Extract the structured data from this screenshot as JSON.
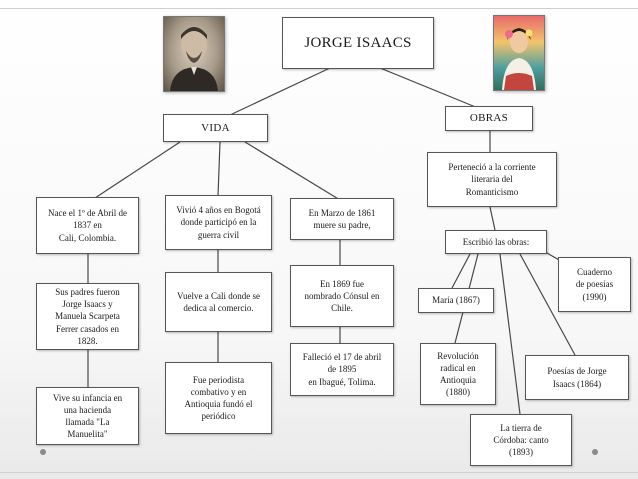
{
  "title": "JORGE ISAACS",
  "vida": {
    "label": "VIDA",
    "birth": "Nace el 1º de Abril de\n1837 en\nCali, Colombia.",
    "parents": "Sus padres fueron\nJorge Isaacs y\nManuela Scarpeta\nFerrer casados en\n1828.",
    "childhood": "Vive su infancia en\nuna hacienda\nllamada \"La\nManuelita\"",
    "bogota": "Vivió 4 años en Bogotá\ndonde participó en la\nguerra civil",
    "cali": "Vuelve a Cali donde se\ndedica al comercio.",
    "journalist": "Fue periodista\ncombativo y en\nAntioquia fundó el\nperiódico",
    "father": "En Marzo de 1861\nmuere su padre,",
    "consul": "En 1869 fue\nnombrado Cónsul en\nChile.",
    "death": "Falleció el 17 de abril\nde 1895\nen Ibagué, Tolima."
  },
  "obras": {
    "label": "OBRAS",
    "romanticism": "Perteneció a la corriente\nliteraria del\nRomanticismo",
    "wrote": "Escribió las obras:",
    "maria": "María (1867)",
    "revolucion": "Revolución\nradical en\nAntioquia\n(1880)",
    "cordoba": "La tierra de\nCórdoba: canto\n(1893)",
    "poesias": "Poesías de Jorge\nIsaacs (1864)",
    "cuaderno": "Cuaderno\nde poesías\n(1990)"
  },
  "images": {
    "portrait": "portrait-photo",
    "cover": "book-cover-image"
  }
}
